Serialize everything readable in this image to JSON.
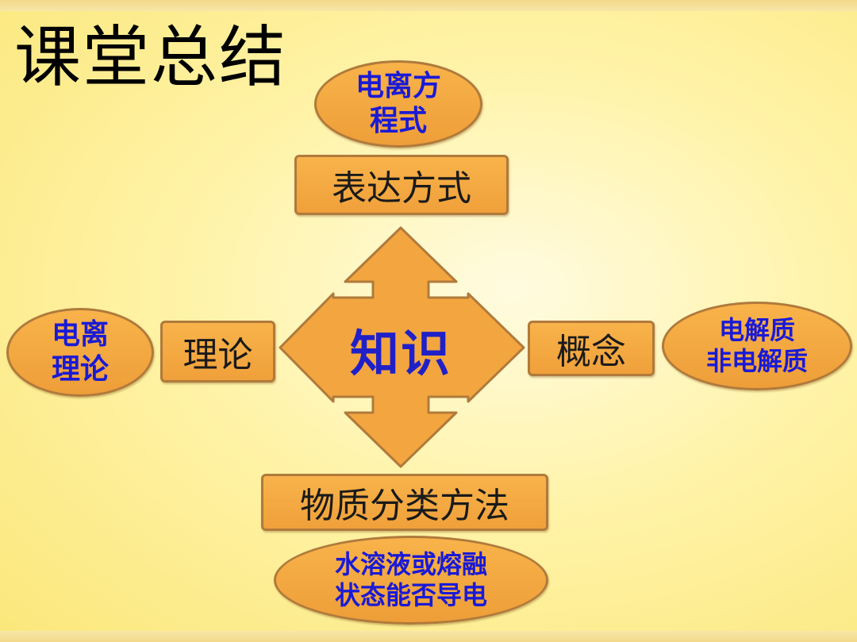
{
  "title": "课堂总结",
  "center": "知识",
  "top": {
    "box": "表达方式",
    "oval": [
      "电离方",
      "程式"
    ]
  },
  "left": {
    "box": "理论",
    "oval": [
      "电离",
      "理论"
    ]
  },
  "right": {
    "box": "概念",
    "oval": [
      "电解质",
      "非电解质"
    ]
  },
  "bottom": {
    "box": "物质分类方法",
    "oval": [
      "水溶液或熔融",
      "状态能否导电"
    ]
  },
  "colors": {
    "box_fill": "#f5a940",
    "border": "#b07a3c",
    "oval_text": "#1a1ad6",
    "center_text": "#2020c8",
    "background": "#fff3a8"
  }
}
